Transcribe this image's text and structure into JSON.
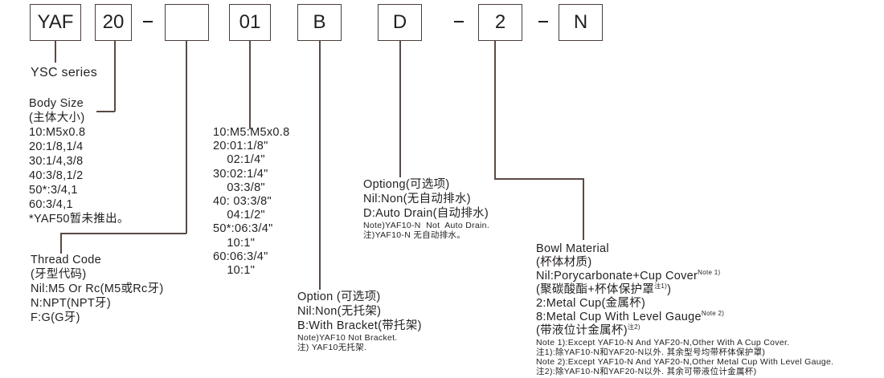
{
  "code_boxes": [
    "YAF",
    "20",
    "",
    "01",
    "B",
    "D",
    "2",
    "N"
  ],
  "separator": "-",
  "series": "YSC series",
  "body_size": {
    "title": "Body Size",
    "title_cn": "(主体大小)",
    "items": [
      "10:M5x0.8",
      "20:1/8,1/4",
      "30:1/4,3/8",
      "40:3/8,1/2",
      "50*:3/4,1",
      "60:3/4,1",
      "*YAF50暂未推出。"
    ]
  },
  "thread_code": {
    "title": "Thread Code",
    "title_cn": "(牙型代码)",
    "items": [
      "Nil:M5 Or Rc(M5或Rc牙)",
      "N:NPT(NPT牙)",
      "F:G(G牙)"
    ]
  },
  "port_size": {
    "items": [
      "10:M5:M5x0.8",
      "20:01:1/8\"",
      "    02:1/4\"",
      "30:02:1/4\"",
      "    03:3/8\"",
      "40: 03:3/8\"",
      "    04:1/2\"",
      "50*:06:3/4\"",
      "    10:1\"",
      "60:06:3/4\"",
      "    10:1\""
    ]
  },
  "bracket_option": {
    "title": "Option (可选项)",
    "items": [
      "Nil:Non(无托架)",
      "B:With Bracket(带托架)"
    ],
    "notes": [
      "Note)YAF10 Not Bracket.",
      "注) YAF10无托架."
    ]
  },
  "drain_option": {
    "title": "Optiong(可选项)",
    "items": [
      "Nil:Non(无自动排水)",
      "D:Auto Drain(自动排水)"
    ],
    "notes": [
      "Note)YAF10-N  Not  Auto Drain.",
      "注)YAF10-N 无自动排水。"
    ]
  },
  "bowl_material": {
    "title": "Bowl Material",
    "title_cn": "(杯体材质)",
    "nil": "Nil:Porycarbonate+Cup Cover",
    "nil_sup": "Note 1)",
    "nil_cn": "(聚碳酸酯+杯体保护罩",
    "nil_cn_sup": "注1)",
    "nil_cn_end": ")",
    "metal": "2:Metal Cup(金属杯)",
    "gauge": "8:Metal Cup With Level Gauge",
    "gauge_sup": "Note 2)",
    "gauge_cn": "(带液位计金属杯)",
    "gauge_cn_sup": "注2)",
    "notes": [
      "Note 1):Except YAF10-N And YAF20-N,Other With A Cup Cover.",
      "注1):除YAF10-N和YAF20-N以外. 其余型号均带杯体保护罩)",
      "Note 2):Except YAF10-N And YAF20-N,Other Metal Cup With Level Gauge.",
      "注2):除YAF10-N和YAF20-N以外. 其余可带液位计金属杯)"
    ]
  }
}
